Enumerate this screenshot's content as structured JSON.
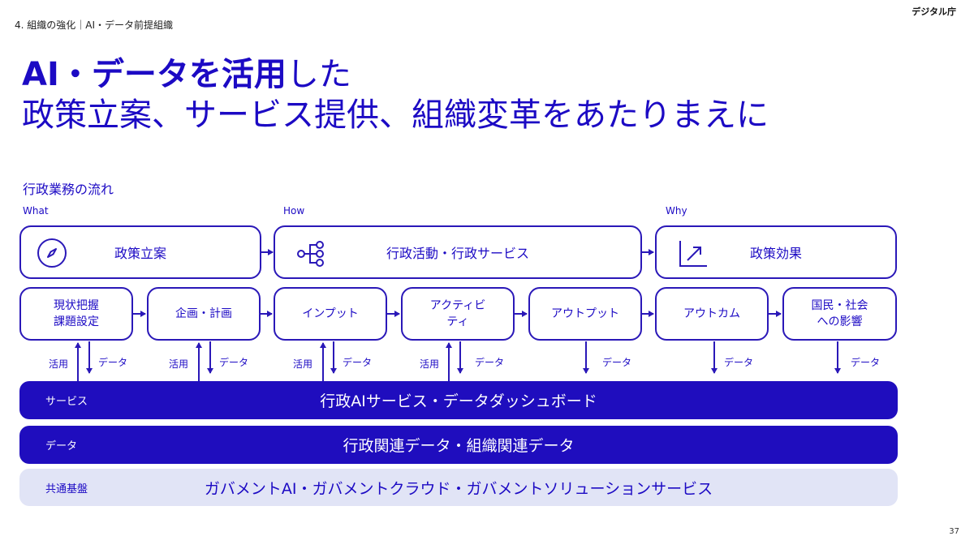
{
  "header": {
    "breadcrumb": "4. 組織の強化｜AI・データ前提組織",
    "logo": "デジタル庁"
  },
  "title": {
    "line1_strong": "AI・データを活用",
    "line1_rest": "した",
    "line2": "政策立案、サービス提供、組織変革をあたりまえに"
  },
  "section_label": "行政業務の流れ",
  "phases": {
    "what": "What",
    "how": "How",
    "why": "Why"
  },
  "top_boxes": [
    "政策立案",
    "行政活動・行政サービス",
    "政策効果"
  ],
  "steps": [
    "現状把握\n課題設定",
    "企画・計画",
    "インプット",
    "アクティビ\nティ",
    "アウトプット",
    "アウトカム",
    "国民・社会\nへの影響"
  ],
  "flow_labels": {
    "use": "活用",
    "data": "データ"
  },
  "bars": {
    "service": {
      "tag": "サービス",
      "text": "行政AIサービス・データダッシュボード"
    },
    "data": {
      "tag": "データ",
      "text": "行政関連データ・組織関連データ"
    },
    "platform": {
      "tag": "共通基盤",
      "text": "ガバメントAI・ガバメントクラウド・ガバメントソリューションサービス"
    }
  },
  "colors": {
    "primary": "#1f0dbe",
    "light": "#e1e4f6"
  },
  "page_number": "37"
}
